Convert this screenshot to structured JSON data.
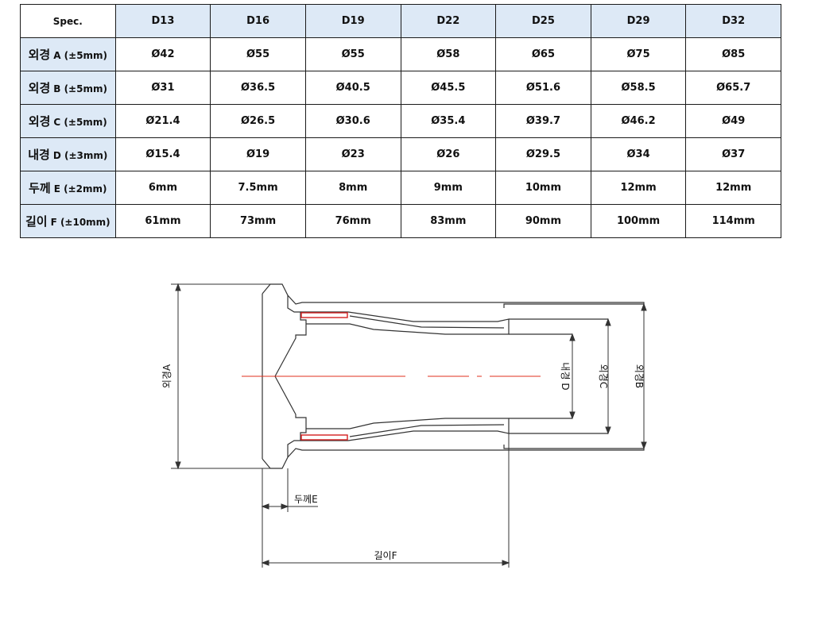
{
  "table": {
    "corner": "Spec.",
    "columns": [
      "D13",
      "D16",
      "D19",
      "D22",
      "D25",
      "D29",
      "D32"
    ],
    "rows": [
      {
        "ko": "외경",
        "en": "A (±5mm)",
        "values": [
          "Ø42",
          "Ø55",
          "Ø55",
          "Ø58",
          "Ø65",
          "Ø75",
          "Ø85"
        ]
      },
      {
        "ko": "외경",
        "en": "B  (±5mm)",
        "values": [
          "Ø31",
          "Ø36.5",
          "Ø40.5",
          "Ø45.5",
          "Ø51.6",
          "Ø58.5",
          "Ø65.7"
        ]
      },
      {
        "ko": "외경",
        "en": "C  (±5mm)",
        "values": [
          "Ø21.4",
          "Ø26.5",
          "Ø30.6",
          "Ø35.4",
          "Ø39.7",
          "Ø46.2",
          "Ø49"
        ]
      },
      {
        "ko": "내경",
        "en": "D (±3mm)",
        "values": [
          "Ø15.4",
          "Ø19",
          "Ø23",
          "Ø26",
          "Ø29.5",
          "Ø34",
          "Ø37"
        ]
      },
      {
        "ko": "두께",
        "en": "E (±2mm)",
        "values": [
          "6mm",
          "7.5mm",
          "8mm",
          "9mm",
          "10mm",
          "12mm",
          "12mm"
        ]
      },
      {
        "ko": "길이",
        "en": "F (±10mm)",
        "values": [
          "61mm",
          "73mm",
          "76mm",
          "83mm",
          "90mm",
          "100mm",
          "114mm"
        ]
      }
    ]
  },
  "drawing": {
    "label_a": "외경A",
    "label_b": "외경B",
    "label_c": "외경C",
    "label_d": "내경 D",
    "label_e": "두께E",
    "label_f": "길이F",
    "line_color": "#333333",
    "center_color": "#e0301e",
    "highlight_color": "#d42020"
  }
}
